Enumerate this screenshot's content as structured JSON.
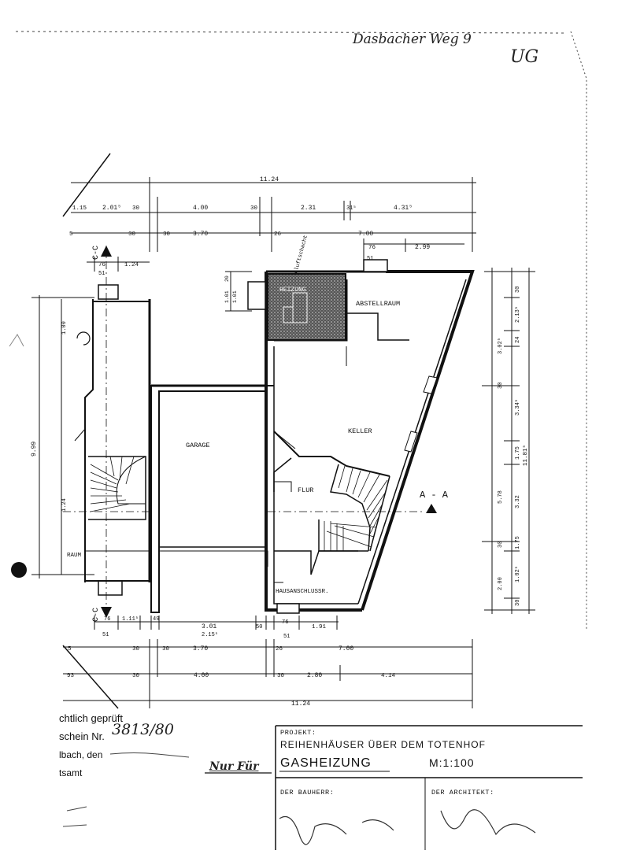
{
  "handwriting": {
    "address": "Dasbacher Weg 9",
    "floor": "UG",
    "stamp_number": "3813/80",
    "note": "Nur Für"
  },
  "rooms": {
    "heizung": "HEIZUNG",
    "abstellraum": "ABSTELLRAUM",
    "garage": "GARAGE",
    "keller": "KELLER",
    "flur": "FLUR",
    "hausanschluss": "HAUSANSCHLUSSR.",
    "left_room": "RAUM"
  },
  "sections": {
    "aa": "A - A",
    "cc_top": "C-C",
    "cc_bottom": "C-C"
  },
  "dims_top": {
    "overall": "11.24",
    "r1": [
      "1.15",
      "2.01⁵",
      "30",
      "4.00",
      "30",
      "2.31",
      "31⁵",
      "4.31⁵"
    ],
    "r2": [
      "5",
      "30",
      "30",
      "3.70",
      "26",
      "7.00"
    ],
    "r3": [
      "76",
      "2.99",
      "51"
    ],
    "r4": [
      "76",
      "1.24",
      "51"
    ],
    "vent_label": "Abluftschacht"
  },
  "dims_right": {
    "overall": "11.81⁵",
    "labels": [
      "30",
      "2.13⁵",
      "24",
      "3.02⁵",
      "30",
      "3.34⁵",
      "1.75",
      "3.32",
      "30",
      "1.75",
      "1.02⁵",
      "30"
    ],
    "mid": [
      "5.78",
      "2.00"
    ]
  },
  "dims_left": {
    "overall": "9.99",
    "labels": [
      "1.00",
      "1.24"
    ],
    "small": [
      "20",
      "1.01",
      "1.01"
    ]
  },
  "dims_bottom": {
    "r1": [
      "76",
      "1.11⁵",
      "49",
      "3.01",
      "50",
      "76",
      "1.91",
      "51",
      "2.15⁵",
      "51"
    ],
    "r2": [
      "5",
      "30",
      "30",
      "3.70",
      "26",
      "7.00"
    ],
    "r3": [
      "93",
      "30",
      "4.00",
      "30",
      "2.80",
      "4.14"
    ],
    "overall": "11.24"
  },
  "stamp": {
    "line1": "chtlich geprüft",
    "line2": "schein Nr.",
    "line3": "lbach, den",
    "line4": "tsamt"
  },
  "title_block": {
    "projekt_label": "PROJEKT:",
    "projekt_name": "REIHENHÄUSER ÜBER DEM TOTENHOF",
    "subject": "GASHEIZUNG",
    "scale": "M:1:100",
    "bauherr_label": "DER BAUHERR:",
    "architekt_label": "DER ARCHITEKT:"
  }
}
